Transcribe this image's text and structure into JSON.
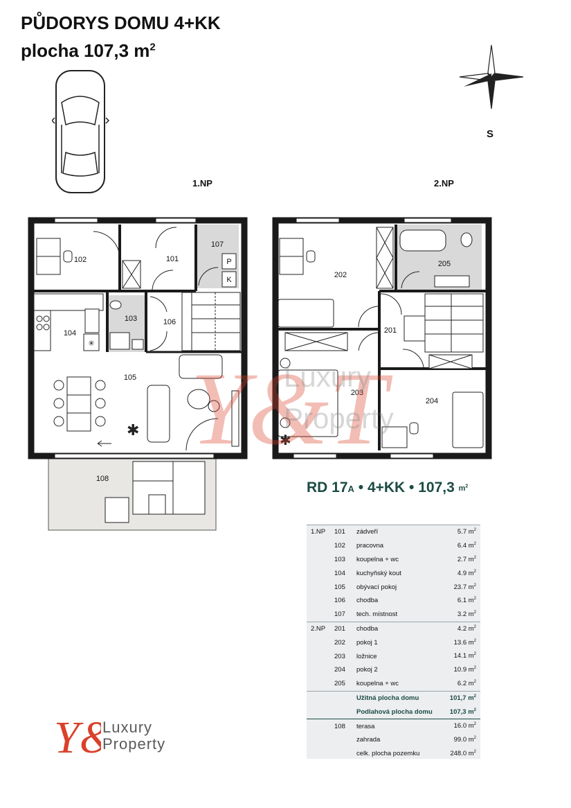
{
  "title": {
    "line1": "PŮDORYS DOMU 4+KK",
    "line2": "plocha 107,3 m",
    "line2_sup": "2"
  },
  "compass": {
    "letter": "S"
  },
  "floors": [
    {
      "label": "1.NP"
    },
    {
      "label": "2.NP"
    }
  ],
  "rooms_1np": [
    "101",
    "102",
    "103",
    "104",
    "105",
    "106",
    "107",
    "108"
  ],
  "rooms_2np": [
    "201",
    "202",
    "203",
    "204",
    "205"
  ],
  "tech_room_marks": [
    "P",
    "K"
  ],
  "watermark": {
    "line1": "Luxury",
    "line2": "Property"
  },
  "heading": {
    "main": "RD 17",
    "suffix": "A",
    "rest": " • 4+KK • 107,3 ",
    "unit": "m",
    "unit_sup": "2"
  },
  "area_table": {
    "rows": [
      {
        "floor": "1.NP",
        "code": "101",
        "name": "zádveří",
        "area": "5.7 m",
        "sup": "2"
      },
      {
        "floor": "",
        "code": "102",
        "name": "pracovna",
        "area": "6.4 m",
        "sup": "2"
      },
      {
        "floor": "",
        "code": "103",
        "name": "koupelna + wc",
        "area": "2.7 m",
        "sup": "2"
      },
      {
        "floor": "",
        "code": "104",
        "name": "kuchyňský kout",
        "area": "4.9 m",
        "sup": "2"
      },
      {
        "floor": "",
        "code": "105",
        "name": "obývací pokoj",
        "area": "23.7 m",
        "sup": "2"
      },
      {
        "floor": "",
        "code": "106",
        "name": "chodba",
        "area": "6.1 m",
        "sup": "2"
      },
      {
        "floor": "",
        "code": "107",
        "name": "tech. místnost",
        "area": "3.2 m",
        "sup": "2"
      },
      {
        "floor": "2.NP",
        "code": "201",
        "name": "chodba",
        "area": "4.2 m",
        "sup": "2"
      },
      {
        "floor": "",
        "code": "202",
        "name": "pokoj 1",
        "area": "13.6 m",
        "sup": "2"
      },
      {
        "floor": "",
        "code": "203",
        "name": "ložnice",
        "area": "14.1 m",
        "sup": "2"
      },
      {
        "floor": "",
        "code": "204",
        "name": "pokoj 2",
        "area": "10.9 m",
        "sup": "2"
      },
      {
        "floor": "",
        "code": "205",
        "name": "koupelna + wc",
        "area": "6.2 m",
        "sup": "2"
      },
      {
        "floor": "",
        "code": "",
        "name": "Užitná plocha domu",
        "area": "101,7 m",
        "sup": "2"
      },
      {
        "floor": "",
        "code": "",
        "name": "Podlahová plocha domu",
        "area": "107,3 m",
        "sup": "2"
      },
      {
        "floor": "",
        "code": "108",
        "name": "terasa",
        "area": "16.0 m",
        "sup": "2"
      },
      {
        "floor": "",
        "code": "",
        "name": "zahrada",
        "area": "99.0 m",
        "sup": "2"
      },
      {
        "floor": "",
        "code": "",
        "name": "celk. plocha pozemku",
        "area": "248.0 m",
        "sup": "2"
      }
    ]
  },
  "logo": {
    "monogram": "Y&T",
    "line1": "Luxury",
    "line2": "Property"
  },
  "colors": {
    "accent": "#1b4b43",
    "logo_red": "#d9412b",
    "wall": "#1a1a1a",
    "terrace": "#e9e7e4",
    "tech_room": "#d9d9d9"
  }
}
